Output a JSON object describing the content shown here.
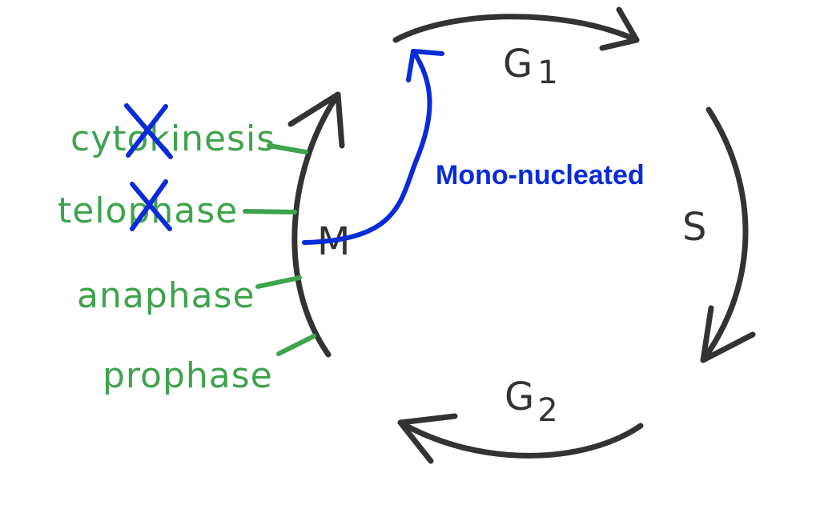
{
  "cycle": {
    "stages": [
      {
        "id": "g1",
        "main": "G",
        "sub": "1"
      },
      {
        "id": "s",
        "main": "S",
        "sub": ""
      },
      {
        "id": "g2",
        "main": "G",
        "sub": "2"
      },
      {
        "id": "m",
        "main": "M",
        "sub": ""
      }
    ]
  },
  "mitosis_phases": [
    {
      "id": "cytokinesis",
      "label": "cytokinesis",
      "crossed_out": true
    },
    {
      "id": "telophase",
      "label": "telophase",
      "crossed_out": true
    },
    {
      "id": "anaphase",
      "label": "anaphase",
      "crossed_out": false
    },
    {
      "id": "prophase",
      "label": "prophase",
      "crossed_out": false
    }
  ],
  "annotation": {
    "label": "Mono-nucleated"
  },
  "colors": {
    "cycle_ink": "#333333",
    "phase_ink": "#3fa34d",
    "annotation_ink": "#0a2bd8",
    "background": "#ffffff"
  }
}
